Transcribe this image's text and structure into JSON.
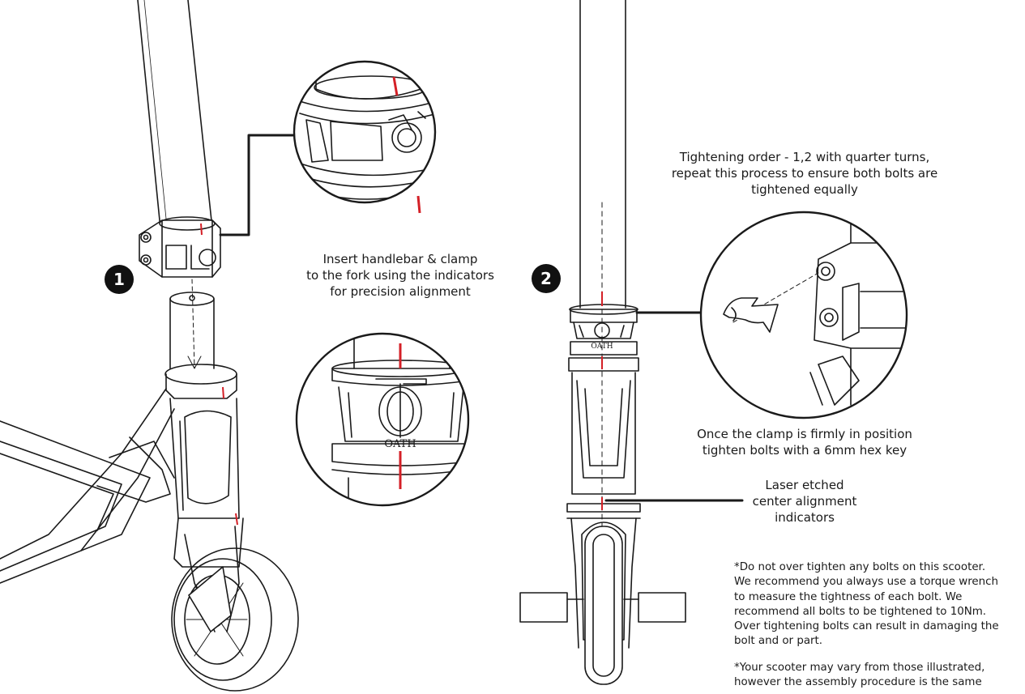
{
  "steps": [
    {
      "number": "1"
    },
    {
      "number": "2"
    }
  ],
  "brand": "OATH",
  "callouts": {
    "insert": [
      "Insert handlebar & clamp",
      "to the fork using the indicators",
      "for precision alignment"
    ],
    "order": [
      "Tightening order - 1,2 with quarter turns,",
      "repeat this process to ensure both bolts are",
      "tightened equally"
    ],
    "tighten": [
      "Once the clamp is firmly in position",
      "tighten bolts with a 6mm hex key"
    ],
    "laser": [
      "Laser etched",
      "center alignment",
      "indicators"
    ]
  },
  "notes": {
    "torque": [
      "*Do not over tighten any bolts on this scooter.",
      "We recommend you always use a torque wrench",
      "to measure the tightness of each bolt. We",
      "recommend all bolts to be tightened to 10Nm.",
      "Over tightening bolts can result in damaging the",
      "bolt and or part."
    ],
    "vary": [
      "*Your scooter may vary from those illustrated,",
      "however the assembly procedure is the same"
    ]
  },
  "colors": {
    "line": "#1a1a1a",
    "indicator": "#d42027",
    "badge": "#111111"
  }
}
